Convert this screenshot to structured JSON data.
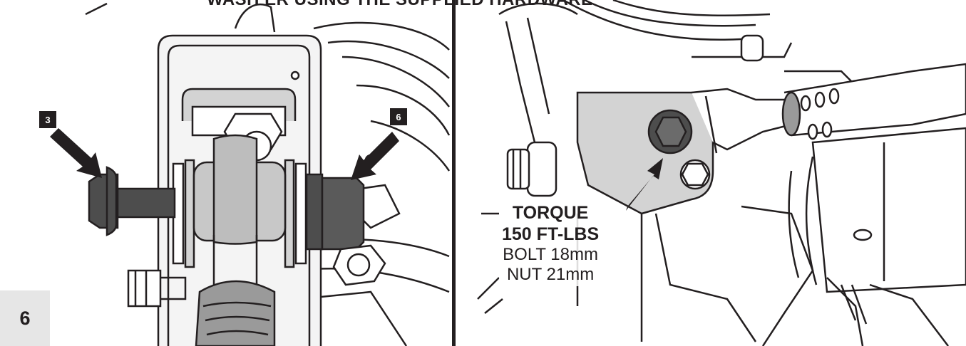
{
  "heading": "WASH ER USING THE SUPPLIED HARDWARE",
  "step_number": "6",
  "callouts": [
    {
      "label": "3"
    },
    {
      "label": "6"
    }
  ],
  "torque": {
    "title": "TORQUE",
    "value": "150 FT-LBS",
    "bolt": "BOLT 18mm",
    "nut": "NUT 21mm"
  },
  "colors": {
    "ink": "#231f20",
    "part_gray": "#d3d3d3",
    "dark_hardware": "#4d4d4d"
  }
}
